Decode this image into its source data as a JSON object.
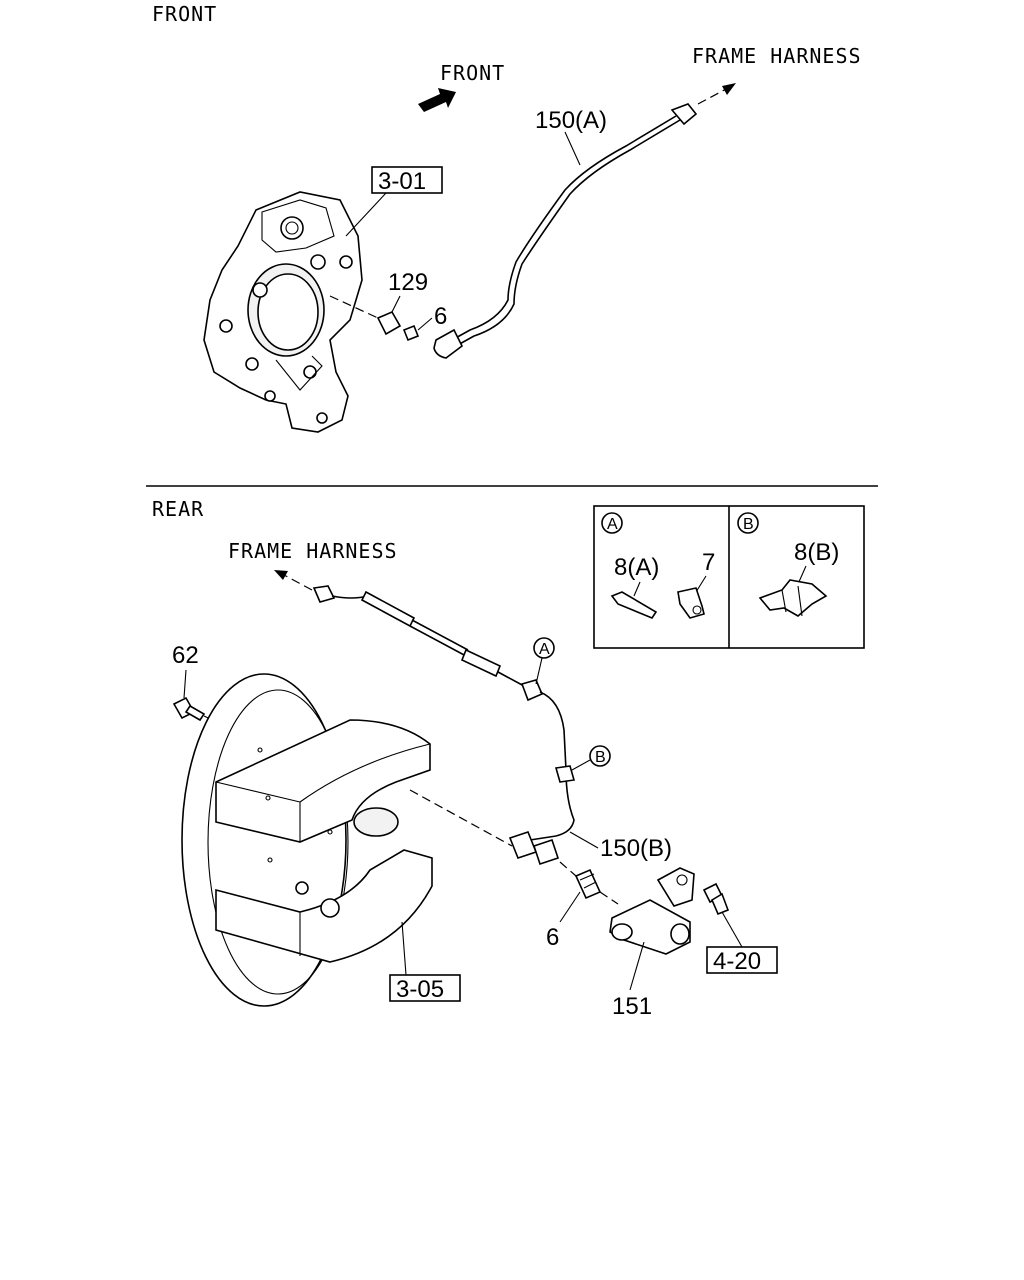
{
  "sections": {
    "front": {
      "title": "FRONT",
      "direction_label": "FRONT",
      "frame_harness_label": "FRAME HARNESS",
      "refs": {
        "backplate": "3-01"
      },
      "callouts": {
        "sensor_cable": "150(A)",
        "spacer": "129",
        "sleeve": "6"
      }
    },
    "rear": {
      "title": "REAR",
      "frame_harness_label": "FRAME HARNESS",
      "refs": {
        "drum": "3-05",
        "bracket_bolt": "4-20"
      },
      "callouts": {
        "bolt": "62",
        "sensor_cable": "150(B)",
        "sleeve": "6",
        "bracket": "151"
      },
      "markers": {
        "a": "A",
        "b": "B"
      }
    }
  },
  "detail_box": {
    "panel_a": {
      "marker": "A",
      "clip_label": "8(A)",
      "grommet_label": "7"
    },
    "panel_b": {
      "marker": "B",
      "clip_label": "8(B)"
    }
  }
}
